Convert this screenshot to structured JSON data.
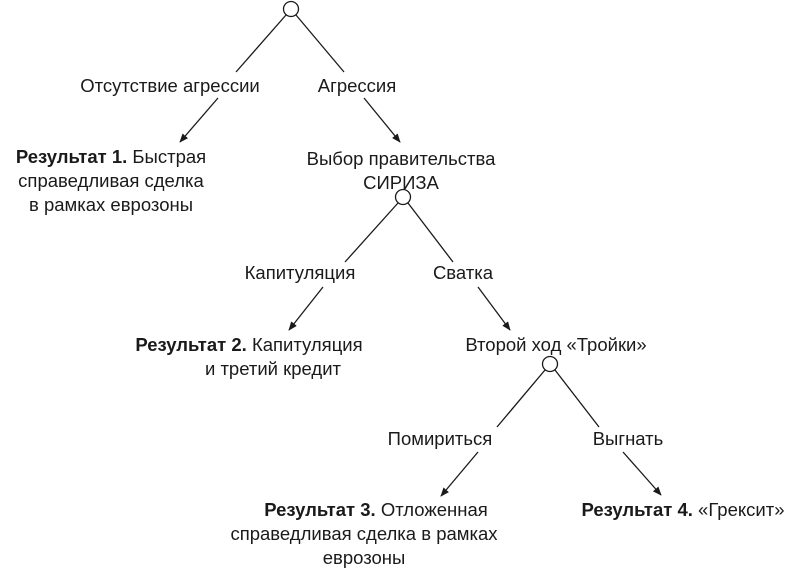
{
  "nodes": {
    "root_choice_left": "Отсутствие агрессии",
    "root_choice_right": "Агрессия",
    "result1_bold": "Результат 1.",
    "result1_line1": "Быстрая",
    "result1_line2": "справедливая сделка",
    "result1_line3": "в рамках еврозоны",
    "syriza_line1": "Выбор правительства",
    "syriza_line2": "СИРИЗА",
    "syriza_choice_left": "Капитуляция",
    "syriza_choice_right": "Сватка",
    "result2_bold": "Результат 2.",
    "result2_line1": "Капитуляция",
    "result2_line2": "и третий кредит",
    "troika": "Второй ход «Тройки»",
    "troika_choice_left": "Помириться",
    "troika_choice_right": "Выгнать",
    "result3_bold": "Результат 3.",
    "result3_line1": "Отложенная",
    "result3_line2": "справедливая сделка в рамках",
    "result3_line3": "еврозоны",
    "result4_bold": "Результат 4.",
    "result4_line1": "«Грексит»"
  }
}
